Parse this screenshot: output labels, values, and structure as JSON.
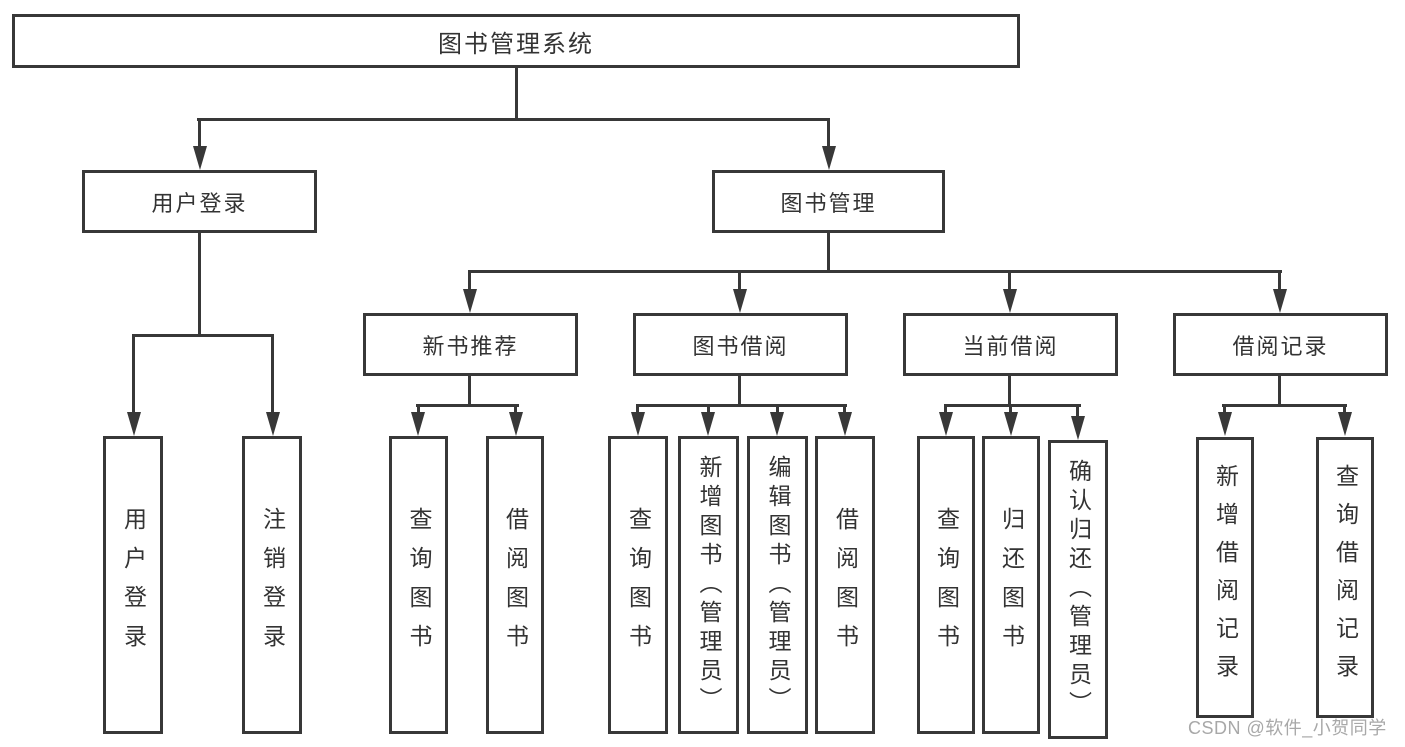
{
  "diagram_title": "图书管理系统",
  "tree": {
    "label": "图书管理系统",
    "children": [
      {
        "label": "用户登录",
        "children": [
          {
            "label": "用户登录"
          },
          {
            "label": "注销登录"
          }
        ]
      },
      {
        "label": "图书管理",
        "children": [
          {
            "label": "新书推荐",
            "children": [
              {
                "label": "查询图书"
              },
              {
                "label": "借阅图书"
              }
            ]
          },
          {
            "label": "图书借阅",
            "children": [
              {
                "label": "查询图书"
              },
              {
                "label": "新增图书（管理员）"
              },
              {
                "label": "编辑图书（管理员）"
              },
              {
                "label": "借阅图书"
              }
            ]
          },
          {
            "label": "当前借阅",
            "children": [
              {
                "label": "查询图书"
              },
              {
                "label": "归还图书"
              },
              {
                "label": "确认归还（管理员）"
              }
            ]
          },
          {
            "label": "借阅记录",
            "children": [
              {
                "label": "新增借阅记录"
              },
              {
                "label": "查询借阅记录"
              }
            ]
          }
        ]
      }
    ]
  },
  "watermark": "CSDN @软件_小贺同学",
  "colors": {
    "line": "#383838",
    "text": "#333333",
    "watermark": "#a8a8a8",
    "background": "#ffffff"
  }
}
